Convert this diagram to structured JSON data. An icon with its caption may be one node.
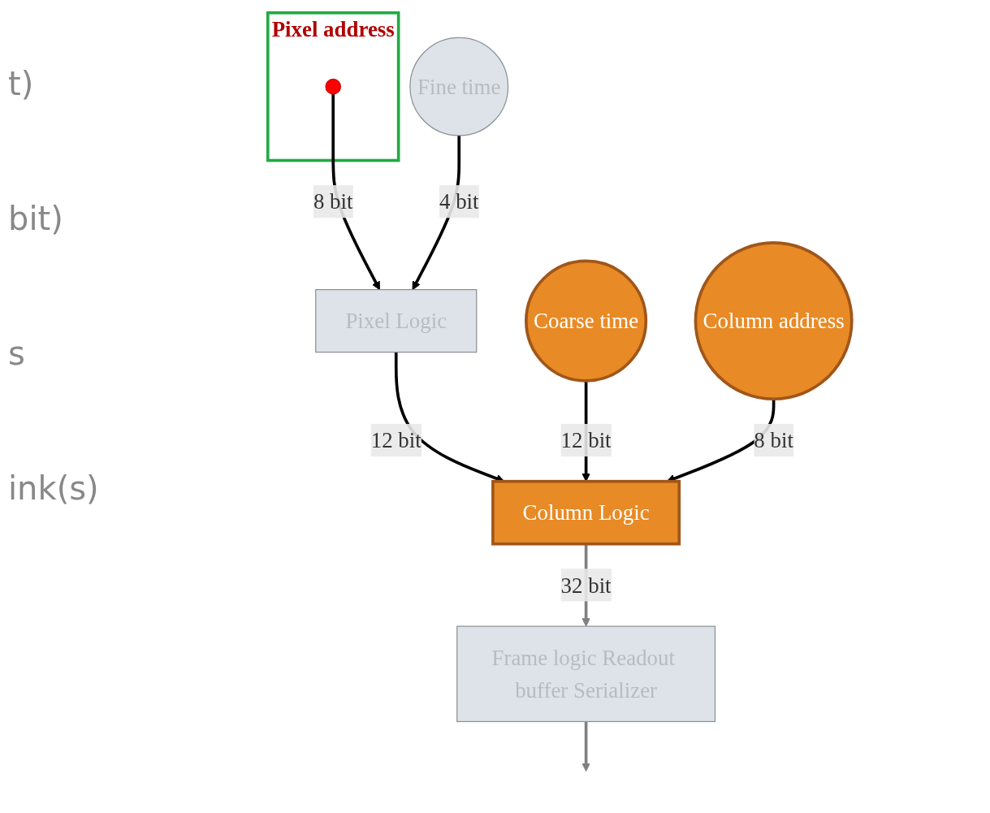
{
  "diagram": {
    "nodes": [
      {
        "text": [
          "Pixel address"
        ]
      },
      {
        "text": [],
        "shape": "circle",
        "in": 0
      },
      {
        "text": [
          "Fine time"
        ]
      },
      {
        "text": [
          "Pixel Logic"
        ]
      },
      {
        "text": [
          "Coarse time"
        ]
      },
      {
        "text": [
          "Column address"
        ]
      },
      {
        "text": [
          "Column Logic"
        ]
      },
      {
        "text": [
          "Frame logic Readout buffer Serializer"
        ]
      }
    ],
    "edges": [
      {
        "from": 1,
        "to": 3,
        "arrow": "to",
        "label": "8 bit"
      },
      {
        "from": 2,
        "to": 3,
        "arrow": "to",
        "label": "4 bit"
      },
      {
        "from": 3,
        "to": 6,
        "arrow": "to",
        "label": "12 bit"
      },
      {
        "from": 4,
        "to": 6,
        "arrow": "to",
        "label": "12 bit"
      },
      {
        "from": 5,
        "to": 6,
        "arrow": "to",
        "label": "8 bit"
      },
      {
        "from": 6,
        "to": 7,
        "arrow": "to",
        "label": "32 bit",
        "color": "#808080"
      },
      {
        "from": 7,
        "to": null,
        "arrow": "to",
        "color": "#808080"
      }
    ],
    "labels": [
      "t)",
      "bit)",
      "s",
      "ink(s)"
    ]
  }
}
